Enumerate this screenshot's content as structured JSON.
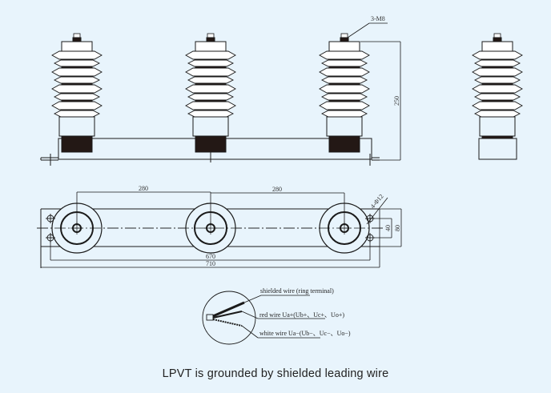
{
  "drawing": {
    "front_view": {
      "bolt_label": "3-M8",
      "height_dim": "250",
      "insulator_count": 3
    },
    "top_view": {
      "spacing_dims": [
        "280",
        "280"
      ],
      "hole_pitch_dim": "670",
      "base_length_dim": "710",
      "hole_spacing_dim": "40",
      "base_width_dim": "80",
      "hole_label": "4-Φ12"
    },
    "wiring_detail": {
      "labels": [
        "shielded wire (ring terminal)",
        "red wire Ua+(Ub+、Uc+、Uo+)",
        "white wire Ua−(Ub−、Uc−、Uo−)"
      ]
    }
  },
  "caption": "LPVT is grounded by shielded leading wire",
  "colors": {
    "background": "#e8f4fc",
    "line": "#1a1a1a",
    "fill_dark": "#231815"
  }
}
